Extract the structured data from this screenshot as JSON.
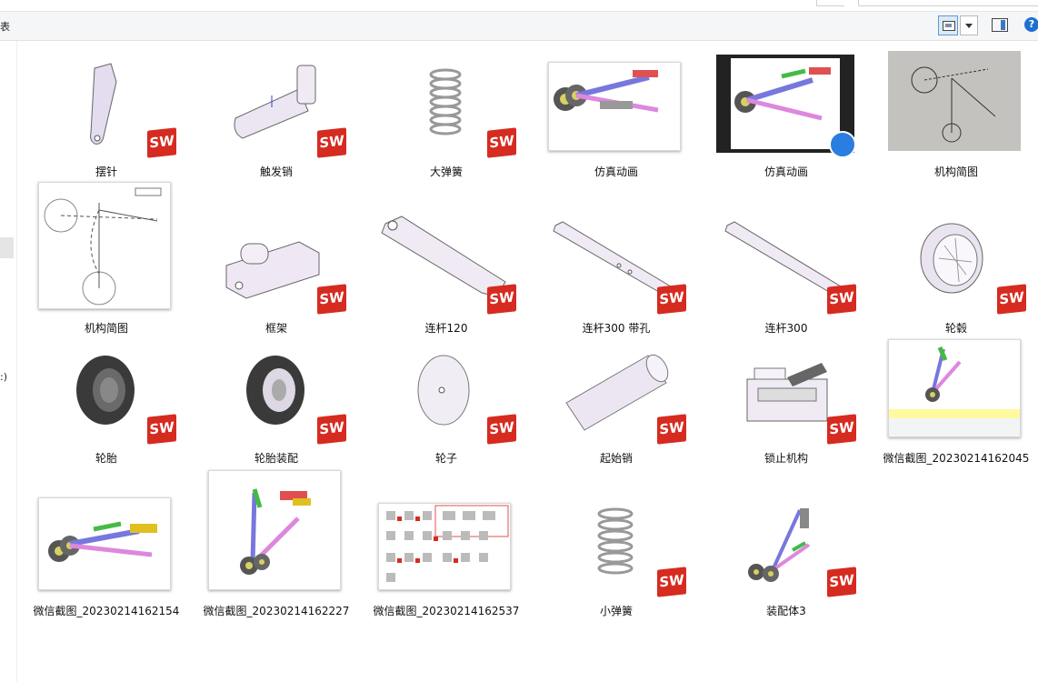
{
  "toolbar": {
    "cut_label": "表",
    "help_label": "?"
  },
  "navpane": {
    "fragment": ":)"
  },
  "badge_text": "SW",
  "files": [
    {
      "name": "摆针",
      "type": "sldprt",
      "icon": "pendulum-needle-part-icon"
    },
    {
      "name": "触发销",
      "type": "sldprt",
      "icon": "trigger-pin-part-icon"
    },
    {
      "name": "大弹簧",
      "type": "sldprt",
      "icon": "large-spring-part-icon"
    },
    {
      "name": "仿真动画",
      "type": "image",
      "icon": "simulation-thumbnail-icon"
    },
    {
      "name": "仿真动画",
      "type": "video",
      "icon": "simulation-video-icon"
    },
    {
      "name": "机构简图",
      "type": "photo",
      "icon": "mechanism-photo-icon"
    },
    {
      "name": "机构简图",
      "type": "image",
      "icon": "mechanism-diagram-icon"
    },
    {
      "name": "框架",
      "type": "sldprt",
      "icon": "frame-part-icon"
    },
    {
      "name": "连杆120",
      "type": "sldprt",
      "icon": "link-120-part-icon"
    },
    {
      "name": "连杆300 带孔",
      "type": "sldprt",
      "icon": "link-300-holes-part-icon"
    },
    {
      "name": "连杆300",
      "type": "sldprt",
      "icon": "link-300-part-icon"
    },
    {
      "name": "轮毂",
      "type": "sldprt",
      "icon": "wheel-hub-part-icon"
    },
    {
      "name": "轮胎",
      "type": "sldprt",
      "icon": "tire-part-icon"
    },
    {
      "name": "轮胎装配",
      "type": "sldasm",
      "icon": "tire-assembly-icon"
    },
    {
      "name": "轮子",
      "type": "sldprt",
      "icon": "wheel-disc-part-icon"
    },
    {
      "name": "起始销",
      "type": "sldprt",
      "icon": "start-pin-part-icon"
    },
    {
      "name": "锁止机构",
      "type": "sldasm",
      "icon": "lock-mechanism-assembly-icon"
    },
    {
      "name": "微信截图_20230214162045",
      "type": "image",
      "icon": "screenshot-thumbnail-icon"
    },
    {
      "name": "微信截图_20230214162154",
      "type": "image",
      "icon": "screenshot-thumbnail-icon"
    },
    {
      "name": "微信截图_20230214162227",
      "type": "image",
      "icon": "screenshot-thumbnail-icon"
    },
    {
      "name": "微信截图_20230214162537",
      "type": "image",
      "icon": "screenshot-thumbnail-icon"
    },
    {
      "name": "小弹簧",
      "type": "sldprt",
      "icon": "small-spring-part-icon"
    },
    {
      "name": "装配体3",
      "type": "sldasm",
      "icon": "assembly-3-icon"
    }
  ],
  "colors": {
    "sw_badge": "#d62b20",
    "selection": "#dbeaf8",
    "accent": "#1f6fd1"
  }
}
